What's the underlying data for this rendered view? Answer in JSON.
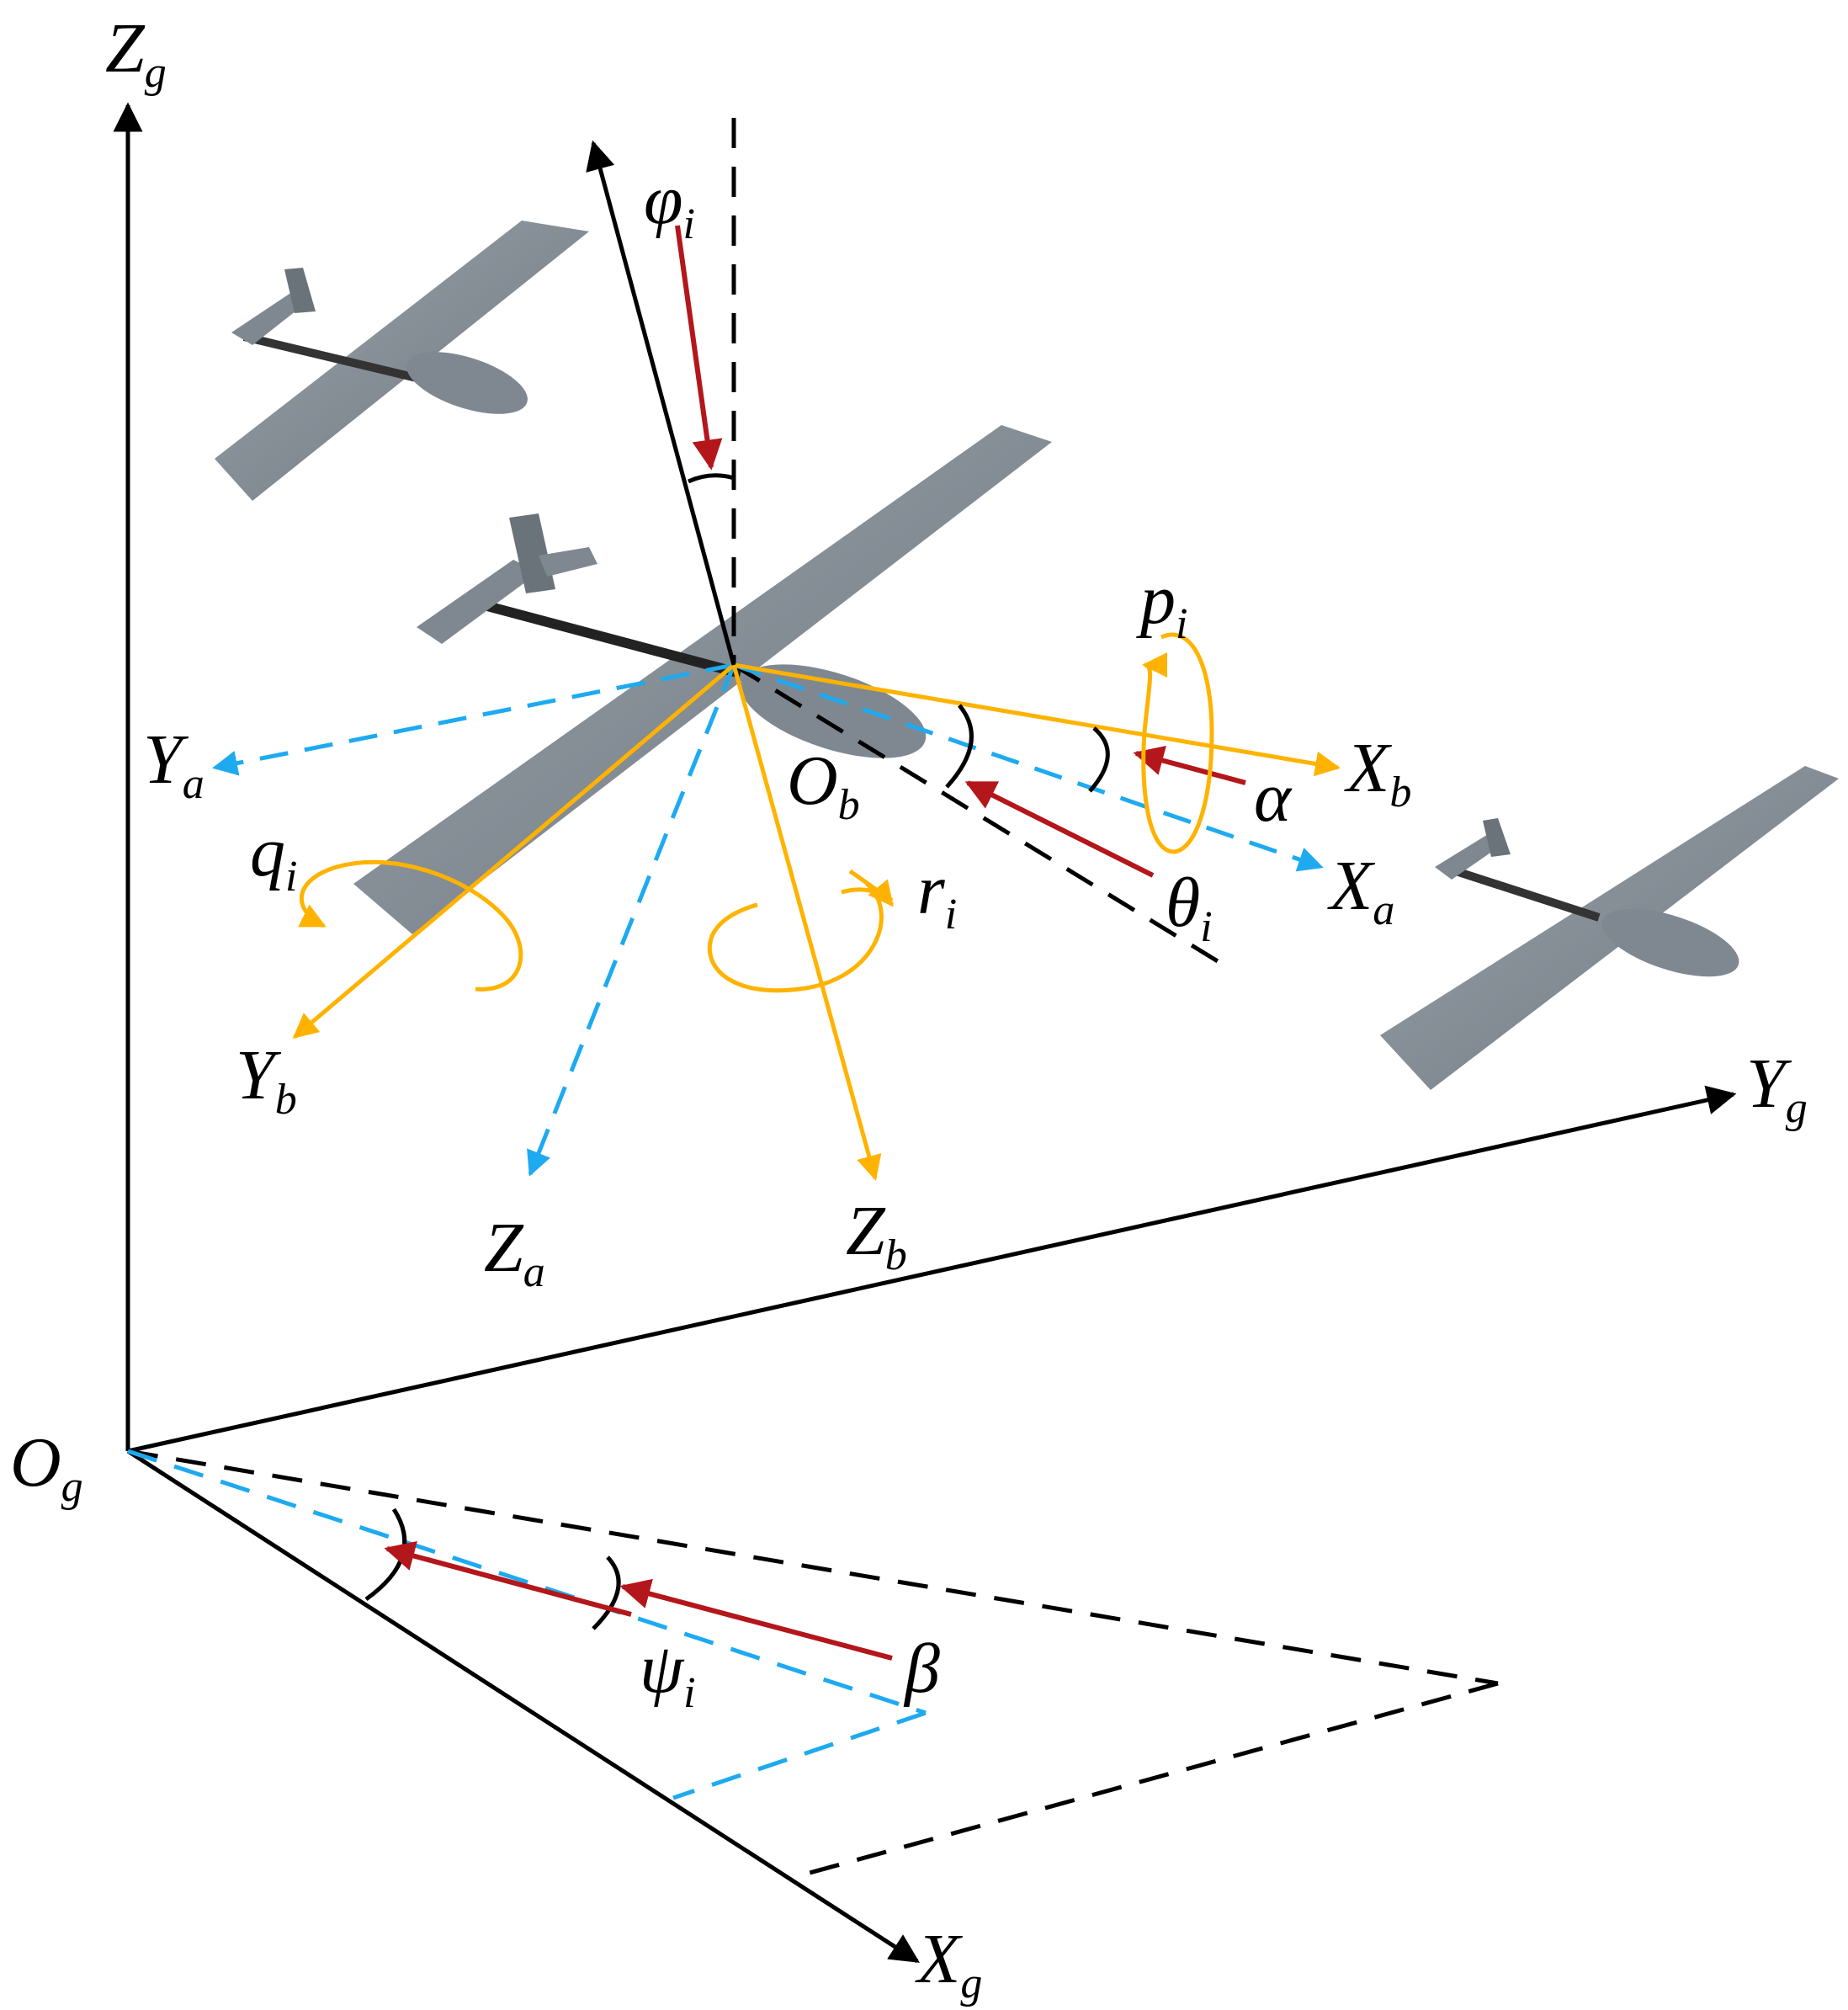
{
  "colors": {
    "ground_axes": "#000000",
    "body_axes": "#FFB300",
    "air_axes": "#1EAAF0",
    "angle_arrows": "#B3161B",
    "reference_lines": "#000000",
    "aircraft": "#7F8891"
  },
  "labels": {
    "Zg": {
      "main": "Z",
      "sub": "g"
    },
    "Yg": {
      "main": "Y",
      "sub": "g"
    },
    "Xg": {
      "main": "X",
      "sub": "g"
    },
    "Og": {
      "main": "O",
      "sub": "g"
    },
    "Ob": {
      "main": "O",
      "sub": "b"
    },
    "Xb": {
      "main": "X",
      "sub": "b"
    },
    "Yb": {
      "main": "Y",
      "sub": "b"
    },
    "Zb": {
      "main": "Z",
      "sub": "b"
    },
    "Xa": {
      "main": "X",
      "sub": "a"
    },
    "Ya": {
      "main": "Y",
      "sub": "a"
    },
    "Za": {
      "main": "Z",
      "sub": "a"
    },
    "phi": {
      "main": "φ",
      "sub": "i"
    },
    "theta": {
      "main": "θ",
      "sub": "i"
    },
    "psi": {
      "main": "ψ",
      "sub": "i"
    },
    "p": {
      "main": "p",
      "sub": "i"
    },
    "q": {
      "main": "q",
      "sub": "i"
    },
    "r": {
      "main": "r",
      "sub": "i"
    },
    "alpha": {
      "main": "α",
      "sub": ""
    },
    "beta": {
      "main": "β",
      "sub": ""
    }
  }
}
